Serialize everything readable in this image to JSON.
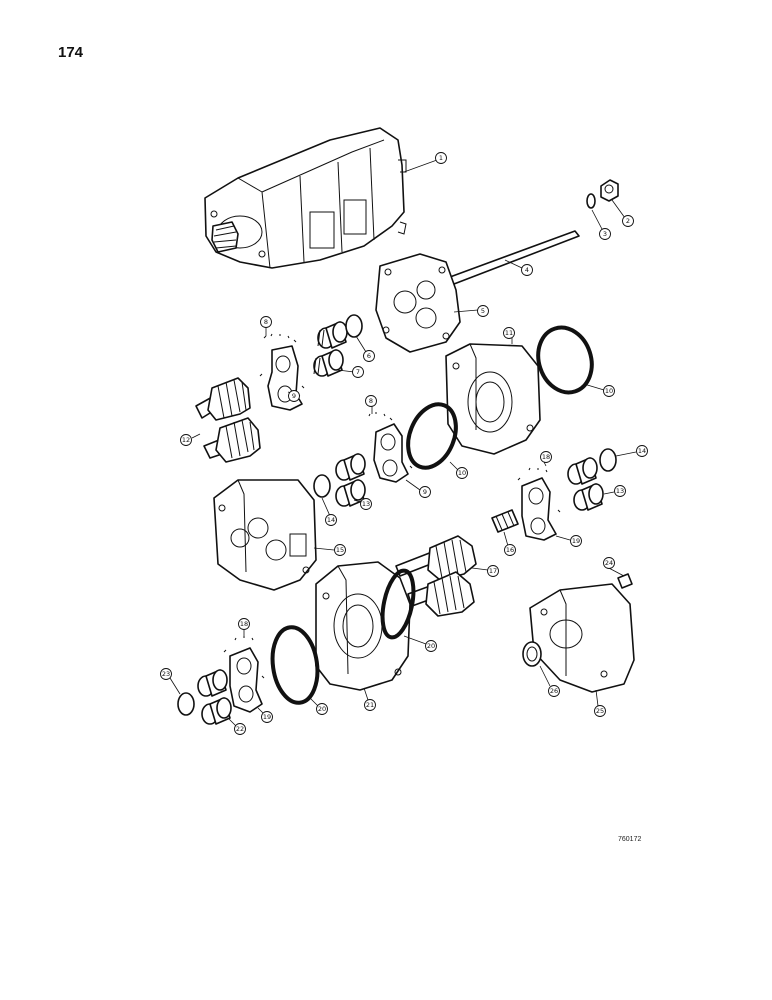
{
  "page": {
    "number": "174",
    "reference_code": "760172"
  },
  "callouts": [
    {
      "id": "c1",
      "label": "1"
    },
    {
      "id": "c2",
      "label": "2"
    },
    {
      "id": "c3",
      "label": "3"
    },
    {
      "id": "c4",
      "label": "4"
    },
    {
      "id": "c5",
      "label": "5"
    },
    {
      "id": "c6",
      "label": "6"
    },
    {
      "id": "c7",
      "label": "7"
    },
    {
      "id": "c8a",
      "label": "8"
    },
    {
      "id": "c9a",
      "label": "9"
    },
    {
      "id": "c11",
      "label": "11"
    },
    {
      "id": "c10a",
      "label": "10"
    },
    {
      "id": "c12a",
      "label": "12"
    },
    {
      "id": "c8b",
      "label": "8"
    },
    {
      "id": "c10b",
      "label": "10"
    },
    {
      "id": "c9b",
      "label": "9"
    },
    {
      "id": "c14a",
      "label": "14"
    },
    {
      "id": "c13a",
      "label": "13"
    },
    {
      "id": "c14b",
      "label": "14"
    },
    {
      "id": "c13b",
      "label": "13"
    },
    {
      "id": "c18a",
      "label": "18"
    },
    {
      "id": "c15",
      "label": "15"
    },
    {
      "id": "c16",
      "label": "16"
    },
    {
      "id": "c19a",
      "label": "19"
    },
    {
      "id": "c17",
      "label": "17"
    },
    {
      "id": "c24",
      "label": "24"
    },
    {
      "id": "c18b",
      "label": "18"
    },
    {
      "id": "c20a",
      "label": "20"
    },
    {
      "id": "c20b",
      "label": "20"
    },
    {
      "id": "c21",
      "label": "21"
    },
    {
      "id": "c23",
      "label": "23"
    },
    {
      "id": "c22",
      "label": "22"
    },
    {
      "id": "c19b",
      "label": "19"
    },
    {
      "id": "c26",
      "label": "26"
    },
    {
      "id": "c25",
      "label": "25"
    }
  ]
}
